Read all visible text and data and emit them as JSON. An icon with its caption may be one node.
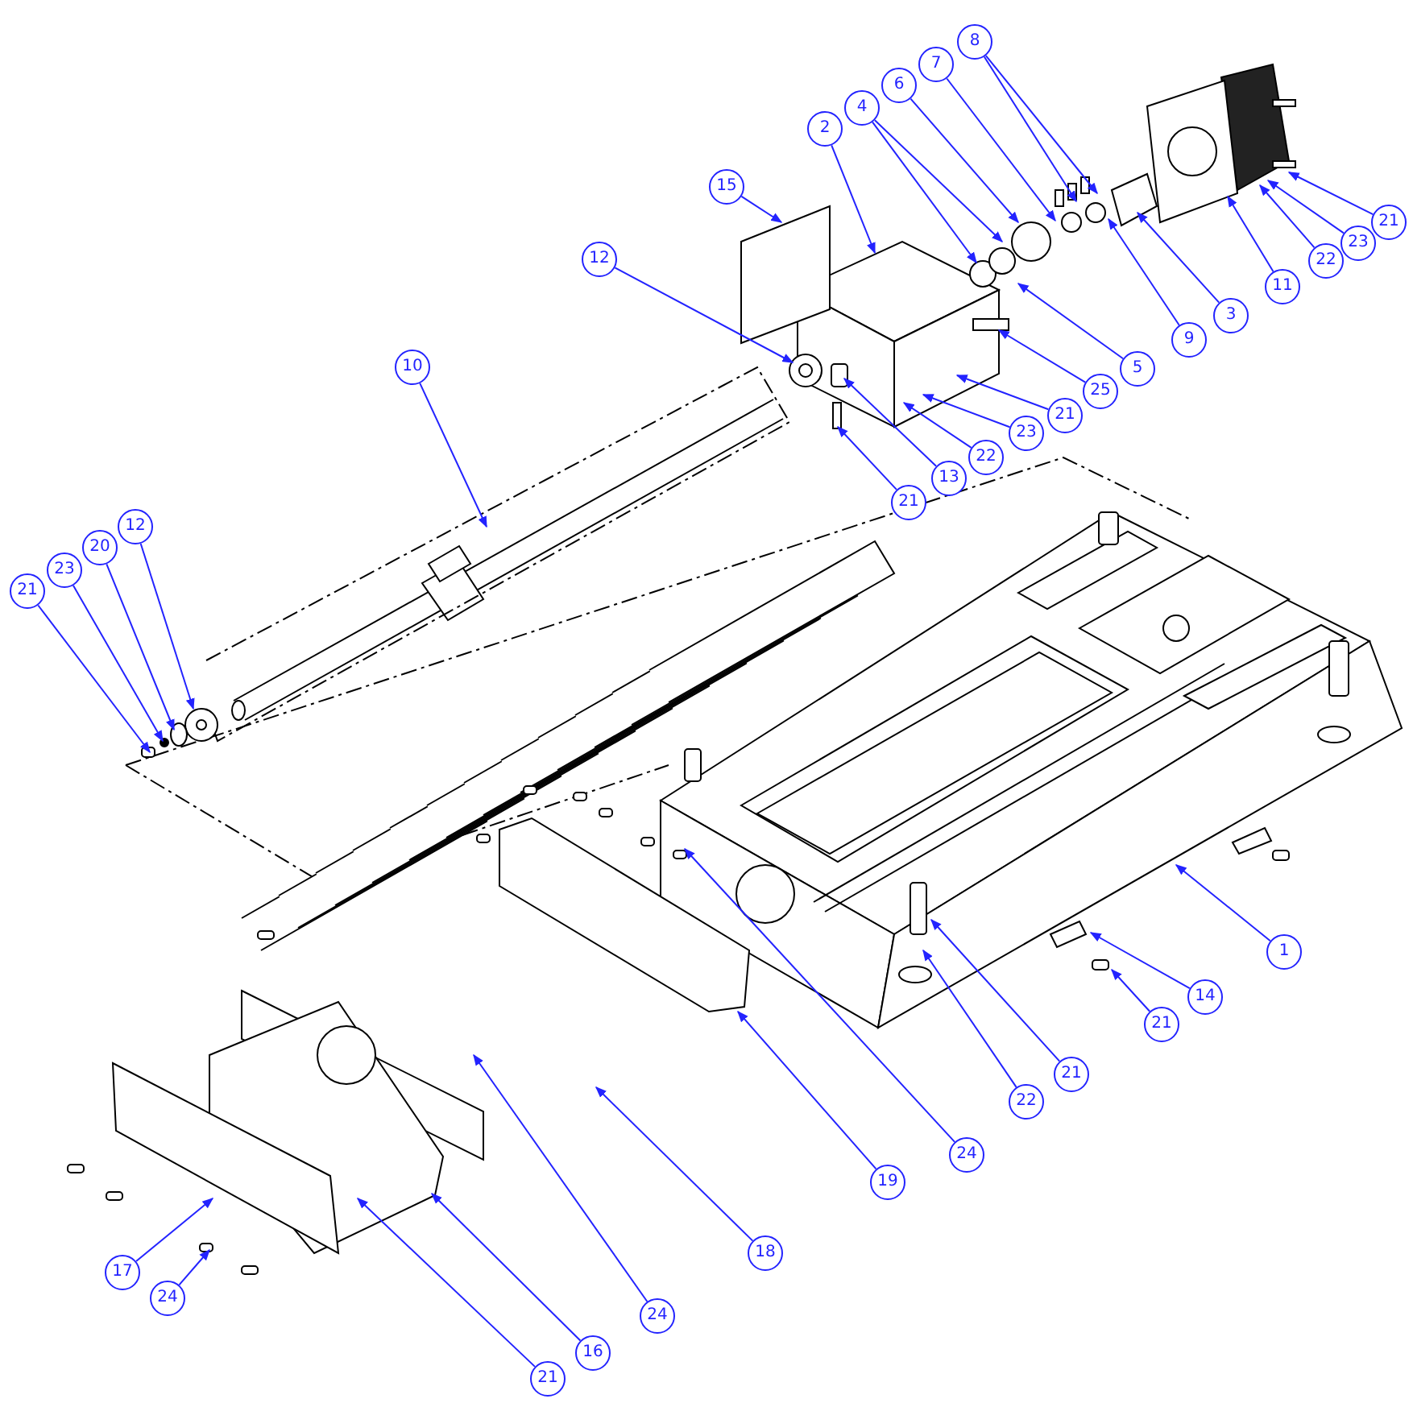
{
  "diagram": {
    "nodes": [
      {
        "text": [
          "8"
        ]
      },
      {
        "text": [
          "7"
        ]
      },
      {
        "text": [
          "6"
        ]
      },
      {
        "text": [
          "4"
        ]
      },
      {
        "text": [
          "2"
        ]
      },
      {
        "text": [
          "15"
        ]
      },
      {
        "text": [
          "21"
        ]
      },
      {
        "text": [
          "23"
        ]
      },
      {
        "text": [
          "12"
        ]
      },
      {
        "text": [
          "22"
        ]
      },
      {
        "text": [
          "11"
        ]
      },
      {
        "text": [
          "3"
        ]
      },
      {
        "text": [
          "9"
        ]
      },
      {
        "text": [
          "10"
        ]
      },
      {
        "text": [
          "5"
        ]
      },
      {
        "text": [
          "25"
        ]
      },
      {
        "text": [
          "21"
        ]
      },
      {
        "text": [
          "23"
        ]
      },
      {
        "text": [
          "22"
        ]
      },
      {
        "text": [
          "13"
        ]
      },
      {
        "text": [
          "21"
        ]
      },
      {
        "text": [
          "12"
        ]
      },
      {
        "text": [
          "20"
        ]
      },
      {
        "text": [
          "23"
        ]
      },
      {
        "text": [
          "21"
        ]
      },
      {
        "text": [
          "1"
        ]
      },
      {
        "text": [
          "14"
        ]
      },
      {
        "text": [
          "21"
        ]
      },
      {
        "text": [
          "21"
        ]
      },
      {
        "text": [
          "22"
        ]
      },
      {
        "text": [
          "24"
        ]
      },
      {
        "text": [
          "19"
        ]
      },
      {
        "text": [
          "18"
        ]
      },
      {
        "text": [
          "17"
        ]
      },
      {
        "text": [
          "24"
        ]
      },
      {
        "text": [
          "24"
        ]
      },
      {
        "text": [
          "16"
        ]
      },
      {
        "text": [
          "21"
        ]
      }
    ],
    "edges": [
      {
        "from": 0,
        "to": null,
        "arrow": "to"
      },
      {
        "from": 0,
        "to": null,
        "arrow": "to"
      },
      {
        "from": 1,
        "to": null,
        "arrow": "to"
      },
      {
        "from": 2,
        "to": null,
        "arrow": "to"
      },
      {
        "from": 3,
        "to": null,
        "arrow": "to"
      },
      {
        "from": 3,
        "to": null,
        "arrow": "to"
      },
      {
        "from": 4,
        "to": null,
        "arrow": "to"
      },
      {
        "from": 5,
        "to": null,
        "arrow": "to"
      },
      {
        "from": 6,
        "to": null,
        "arrow": "to"
      },
      {
        "from": 7,
        "to": null,
        "arrow": "to"
      },
      {
        "from": 8,
        "to": null,
        "arrow": "to"
      },
      {
        "from": 9,
        "to": null,
        "arrow": "to"
      },
      {
        "from": 10,
        "to": null,
        "arrow": "to"
      },
      {
        "from": 11,
        "to": null,
        "arrow": "to"
      },
      {
        "from": 12,
        "to": null,
        "arrow": "to"
      },
      {
        "from": 13,
        "to": null,
        "arrow": "to"
      },
      {
        "from": 14,
        "to": null,
        "arrow": "to"
      },
      {
        "from": 15,
        "to": null,
        "arrow": "to"
      },
      {
        "from": 16,
        "to": null,
        "arrow": "to"
      },
      {
        "from": 17,
        "to": null,
        "arrow": "to"
      },
      {
        "from": 18,
        "to": null,
        "arrow": "to"
      },
      {
        "from": 19,
        "to": null,
        "arrow": "to"
      },
      {
        "from": 20,
        "to": null,
        "arrow": "to"
      },
      {
        "from": 21,
        "to": null,
        "arrow": "to"
      },
      {
        "from": 22,
        "to": null,
        "arrow": "to"
      },
      {
        "from": 23,
        "to": null,
        "arrow": "to"
      },
      {
        "from": 24,
        "to": null,
        "arrow": "to"
      },
      {
        "from": 25,
        "to": null,
        "arrow": "to"
      },
      {
        "from": 26,
        "to": null,
        "arrow": "to"
      },
      {
        "from": 27,
        "to": null,
        "arrow": "to"
      },
      {
        "from": 28,
        "to": null,
        "arrow": "to"
      },
      {
        "from": 29,
        "to": null,
        "arrow": "to"
      },
      {
        "from": 30,
        "to": null,
        "arrow": "to"
      },
      {
        "from": 31,
        "to": null,
        "arrow": "to"
      },
      {
        "from": 32,
        "to": null,
        "arrow": "to"
      },
      {
        "from": 33,
        "to": null,
        "arrow": "to"
      },
      {
        "from": 34,
        "to": null,
        "arrow": "to"
      },
      {
        "from": 35,
        "to": null,
        "arrow": "to"
      },
      {
        "from": 36,
        "to": null,
        "arrow": "to"
      },
      {
        "from": 37,
        "to": null,
        "arrow": "to"
      }
    ]
  }
}
